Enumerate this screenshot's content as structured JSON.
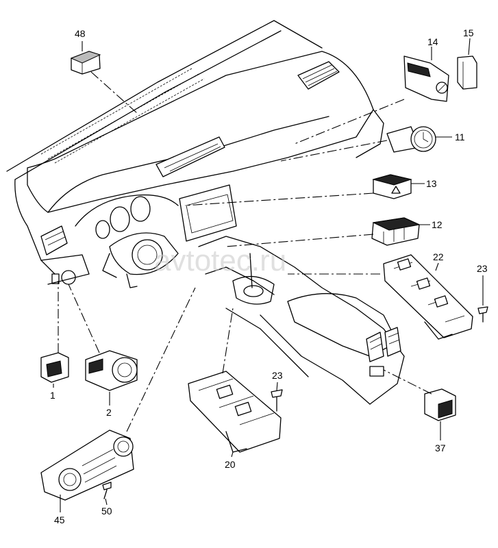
{
  "watermark": "avtotec.ru",
  "callouts": {
    "p48": "48",
    "p14": "14",
    "p15": "15",
    "p11": "11",
    "p13": "13",
    "p12": "12",
    "p22": "22",
    "p23a": "23",
    "p23b": "23",
    "p1": "1",
    "p2": "2",
    "p20": "20",
    "p37": "37",
    "p45": "45",
    "p50": "50"
  }
}
